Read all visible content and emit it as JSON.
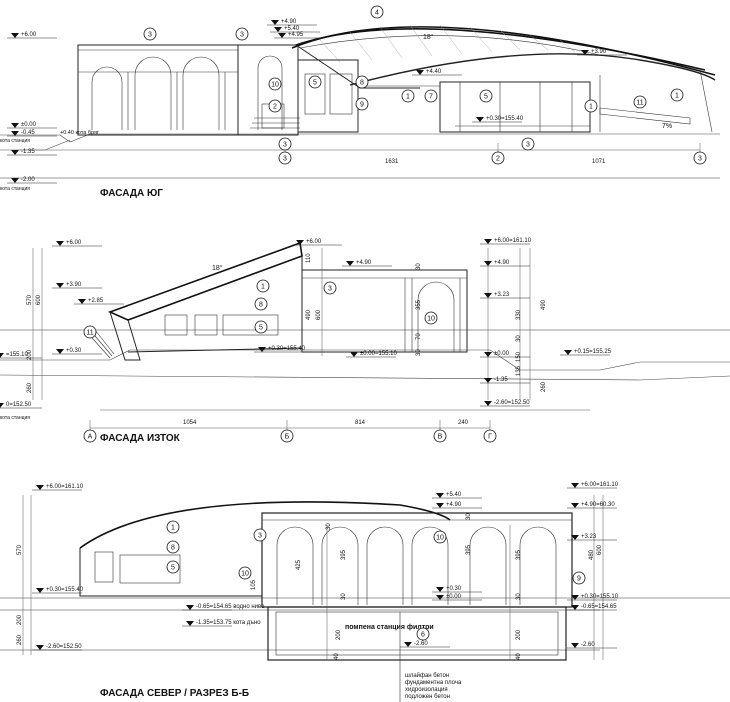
{
  "sheet": {
    "facades": [
      {
        "title": "ФАСАДА  ЮГ"
      },
      {
        "title": "ФАСАДА  ИЗТОК"
      },
      {
        "title": "ФАСАДА  СЕВЕР / РАЗРЕЗ Б-Б"
      }
    ]
  },
  "south": {
    "levels": [
      "+6.00",
      "+4.90",
      "+5.40",
      "+4.95",
      "+3.90",
      "+4.40",
      "±0.00",
      "-0.45",
      "-1.35",
      "-2.00"
    ],
    "level_notes": [
      "+0.30=155.40",
      "+0.40 кота бряг",
      "кота станция",
      "кота станция"
    ],
    "slope_roof": "18°",
    "slope_ramp": "7%",
    "dims": [
      "1631",
      "1071"
    ],
    "axes": [
      "3",
      "2",
      "3"
    ],
    "tags": [
      "3",
      "3",
      "4",
      "10",
      "5",
      "8",
      "9",
      "2",
      "1",
      "7",
      "5",
      "1",
      "11",
      "1",
      "3",
      "3"
    ]
  },
  "east": {
    "levels_left": [
      "+6.00",
      "+3.90",
      "+2.85",
      "+0.30",
      "=155.10",
      "0=152.50"
    ],
    "levels_mid": [
      "+6.00",
      "+4.90",
      "+0.30=155.40",
      "±0.00=155.10"
    ],
    "levels_right": [
      "+6.00=161.10",
      "+4.90",
      "+3.23",
      "±0.00",
      "+0.15=155.25",
      "-1.35",
      "-2.60=152.50"
    ],
    "level_notes": [
      "кота станция"
    ],
    "slope_roof": "18°",
    "dims_vertical": [
      "570",
      "600",
      "200",
      "260",
      "110",
      "490",
      "600",
      "30",
      "355",
      "70",
      "30",
      "330",
      "30",
      "150",
      "135",
      "490",
      "260"
    ],
    "dims": [
      "1054",
      "814",
      "240"
    ],
    "axes": [
      "А",
      "Б",
      "В",
      "Г"
    ],
    "tags": [
      "11",
      "1",
      "8",
      "5",
      "3",
      "10"
    ]
  },
  "north": {
    "levels_left": [
      "+6.00=161.10",
      "+0.30=155.40",
      "-2.60=152.50"
    ],
    "levels_mid": [
      "-0.65=154.65 водно ниво",
      "-1.35=153.75 кота дъно",
      "+0.30",
      "±0.00"
    ],
    "levels_right": [
      "+5.40",
      "+4.90",
      "+6.00=161.10",
      "+4.90=60.30",
      "+3.23",
      "+0.30=155.10",
      "-0.65=154.65",
      "-2.60"
    ],
    "dims_vertical": [
      "570",
      "200",
      "260",
      "425",
      "30",
      "395",
      "30",
      "200",
      "40",
      "395",
      "30",
      "40",
      "200",
      "480",
      "600",
      "30",
      "395",
      "105"
    ],
    "pump_label": "помпена станция филтри",
    "pump_level": "-2.60",
    "layers": [
      "шлайфан бетон",
      "фундаментна плоча",
      "хидроизолация",
      "подложен бетон"
    ],
    "tags": [
      "1",
      "8",
      "5",
      "10",
      "3",
      "10",
      "9",
      "6"
    ]
  }
}
